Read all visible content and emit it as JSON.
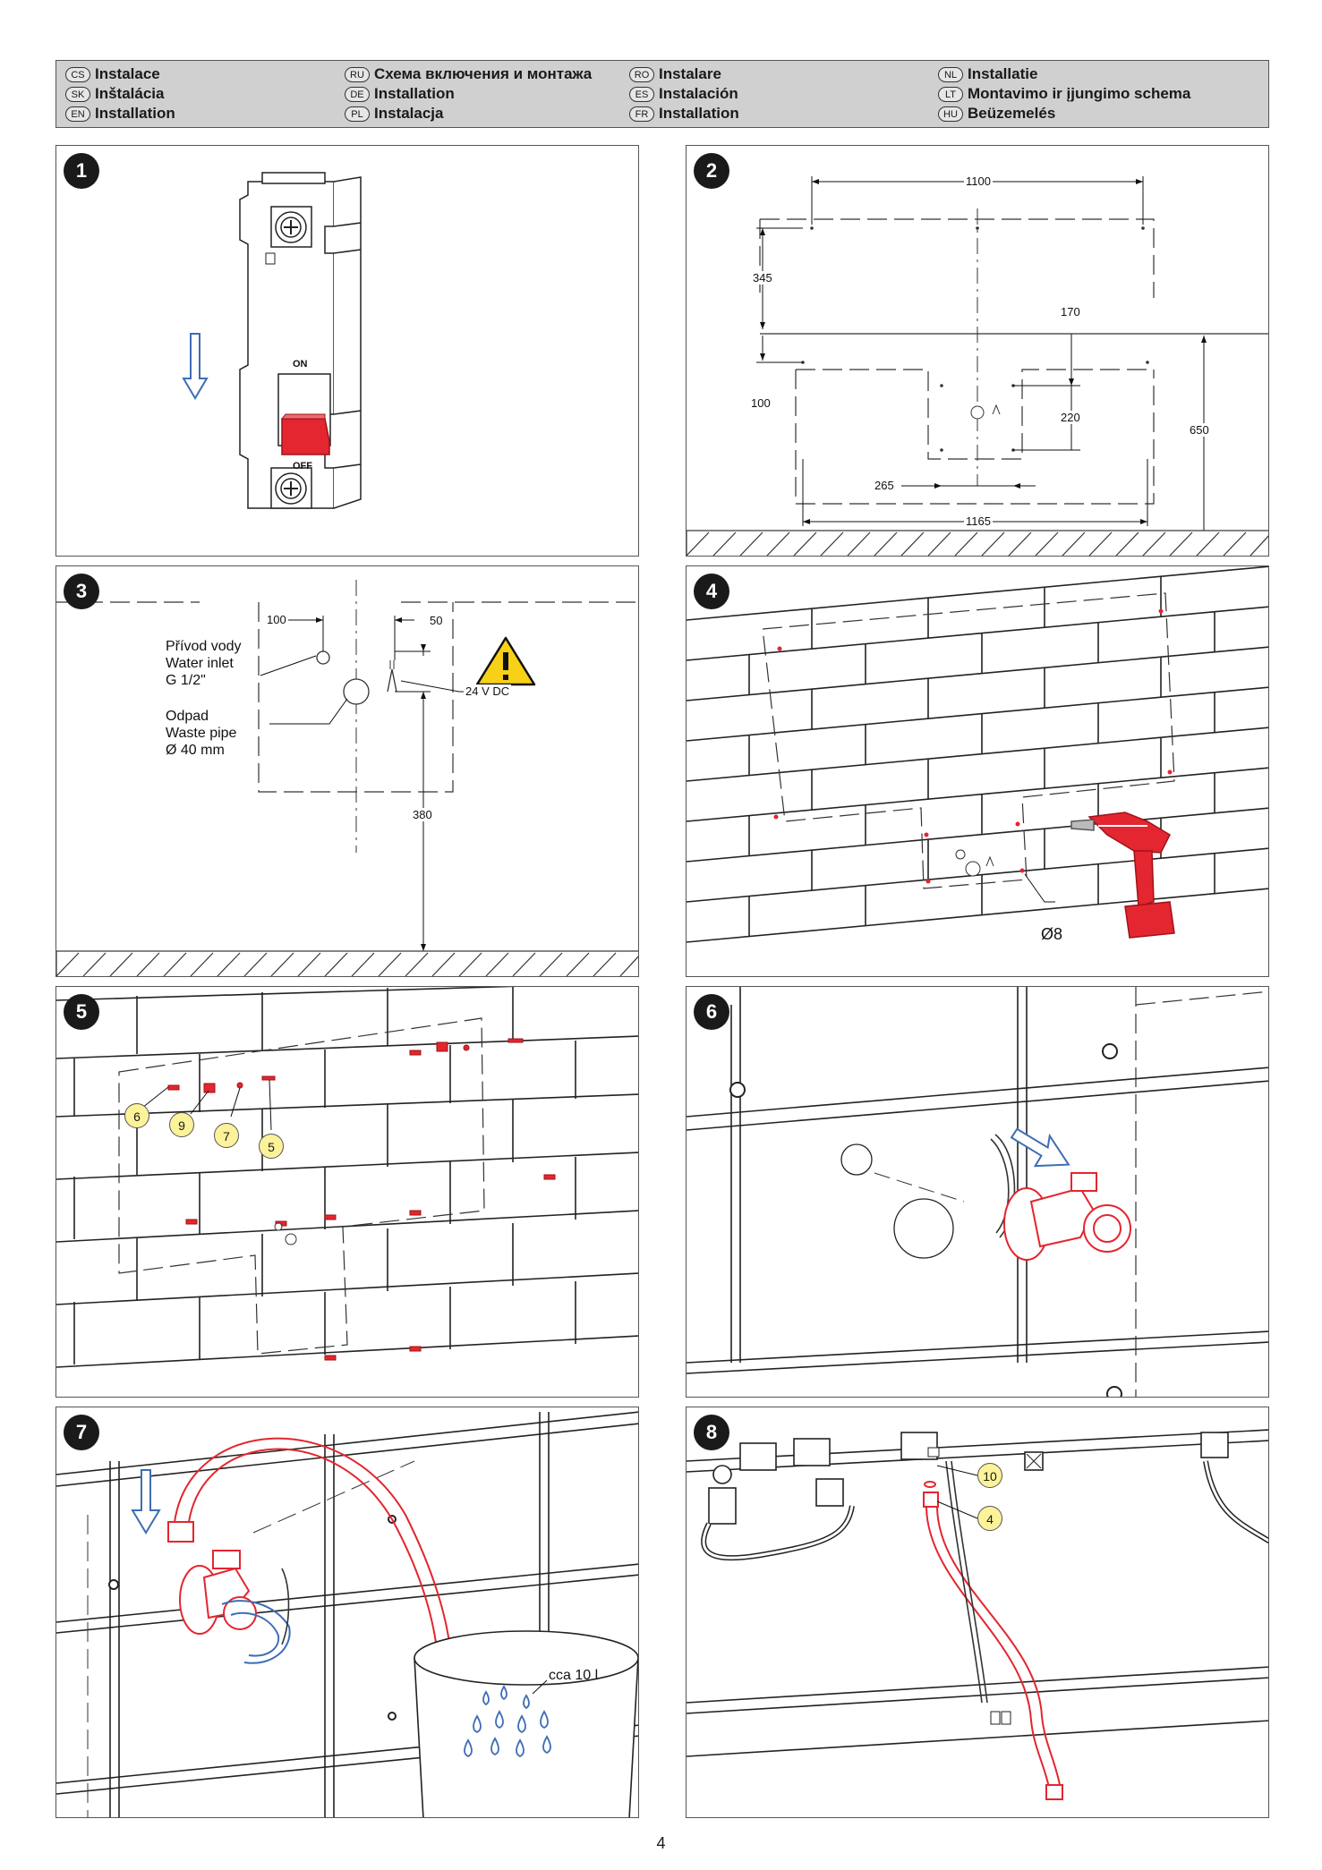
{
  "header": {
    "col1": [
      {
        "code": "CS",
        "title": "Instalace"
      },
      {
        "code": "SK",
        "title": "Inštalácia"
      },
      {
        "code": "EN",
        "title": "Installation"
      }
    ],
    "col2": [
      {
        "code": "RU",
        "title": "Схема включения и монтажа"
      },
      {
        "code": "DE",
        "title": "Installation"
      },
      {
        "code": "PL",
        "title": "Instalacja"
      }
    ],
    "col3": [
      {
        "code": "RO",
        "title": "Instalare"
      },
      {
        "code": "ES",
        "title": "Instalación"
      },
      {
        "code": "FR",
        "title": "Installation"
      }
    ],
    "col4": [
      {
        "code": "NL",
        "title": "Installatie"
      },
      {
        "code": "LT",
        "title": "Montavimo ir įjungimo schema"
      },
      {
        "code": "HU",
        "title": "Beüzemelés"
      }
    ]
  },
  "steps": {
    "s1": {
      "num": "1",
      "on_label": "ON",
      "off_label": "OFF"
    },
    "s2": {
      "num": "2",
      "d1100": "1100",
      "d345": "345",
      "d170": "170",
      "d100": "100",
      "d220": "220",
      "d650": "650",
      "d265": "265",
      "d1165": "1165"
    },
    "s3": {
      "num": "3",
      "d100": "100",
      "d50": "50",
      "d380": "380",
      "voltage": "24 V DC",
      "inlet_cs": "Přívod vody",
      "inlet_en": "Water inlet",
      "inlet_size": "G 1/2\"",
      "waste_cs": "Odpad",
      "waste_en": "Waste pipe",
      "waste_size": "Ø 40 mm"
    },
    "s4": {
      "num": "4",
      "drill": "Ø8"
    },
    "s5": {
      "num": "5",
      "c6": "6",
      "c9": "9",
      "c7": "7",
      "c5": "5"
    },
    "s6": {
      "num": "6"
    },
    "s7": {
      "num": "7",
      "water": "cca 10 l"
    },
    "s8": {
      "num": "8",
      "c10": "10",
      "c4": "4"
    }
  },
  "colors": {
    "accent_red": "#e3262f",
    "arrow_blue": "#3d6db5",
    "callout_yellow": "#fbf29a",
    "warning_yellow": "#f7d117"
  },
  "page_number": "4"
}
